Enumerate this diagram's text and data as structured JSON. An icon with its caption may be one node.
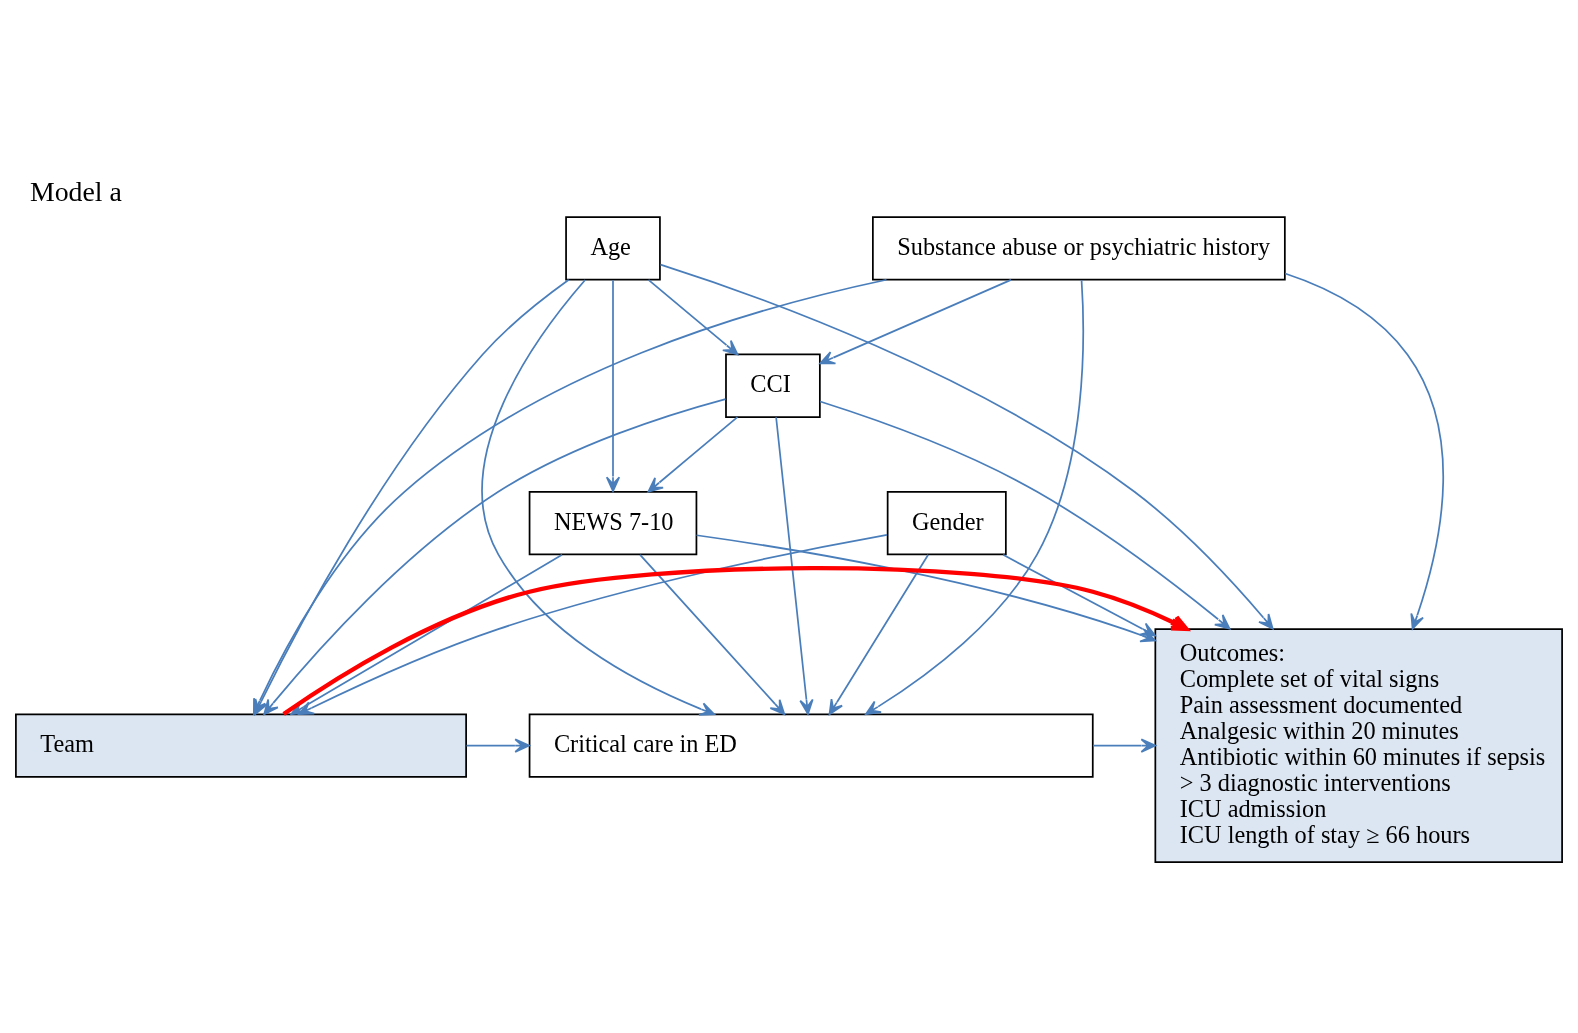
{
  "diagram": {
    "title": "Model a",
    "nodes": [
      {
        "text": [
          "Substance abuse or psychiatric history"
        ]
      },
      {
        "text": [
          "CCI"
        ]
      },
      {
        "text": [
          "Age"
        ]
      },
      {
        "text": [
          "NEWS 7-10"
        ]
      },
      {
        "text": [
          "Gender"
        ]
      },
      {
        "text": [
          "Team"
        ]
      },
      {
        "text": [
          "Critical care in ED"
        ]
      },
      {
        "text": [
          "Outcomes:",
          "Complete set of vital signs",
          "Pain assessment documented",
          "Analgesic within 20 minutes",
          "Antibiotic within 60 minutes if sepsis",
          "> 3 diagnostic interventions",
          "ICU admission",
          "ICU length of stay ≥ 66 hours"
        ]
      }
    ],
    "edges": [
      {
        "from": 0,
        "to": 1,
        "arrow": "to"
      },
      {
        "from": 0,
        "to": 5,
        "arrow": "to"
      },
      {
        "from": 0,
        "to": 6,
        "arrow": "to"
      },
      {
        "from": 0,
        "to": 7,
        "arrow": "to"
      },
      {
        "from": 2,
        "to": 1,
        "arrow": "to"
      },
      {
        "from": 1,
        "to": 5,
        "arrow": "to"
      },
      {
        "from": 1,
        "to": 6,
        "arrow": "to"
      },
      {
        "from": 1,
        "to": 3,
        "arrow": "to"
      },
      {
        "from": 1,
        "to": 7,
        "arrow": "to"
      },
      {
        "from": 2,
        "to": 5,
        "arrow": "to"
      },
      {
        "from": 2,
        "to": 6,
        "arrow": "to"
      },
      {
        "from": 2,
        "to": 3,
        "arrow": "to"
      },
      {
        "from": 2,
        "to": 7,
        "arrow": "to"
      },
      {
        "from": 3,
        "to": 5,
        "arrow": "to"
      },
      {
        "from": 3,
        "to": 6,
        "arrow": "to"
      },
      {
        "from": 3,
        "to": 7,
        "arrow": "to"
      },
      {
        "from": 4,
        "to": 5,
        "arrow": "to"
      },
      {
        "from": 4,
        "to": 6,
        "arrow": "to"
      },
      {
        "from": 4,
        "to": 7,
        "arrow": "to"
      },
      {
        "from": 5,
        "to": 7,
        "arrow": "to",
        "style": "thick",
        "color": "#ff0000"
      },
      {
        "from": 5,
        "to": 6,
        "arrow": "to"
      },
      {
        "from": 6,
        "to": 7,
        "arrow": "to"
      }
    ]
  }
}
